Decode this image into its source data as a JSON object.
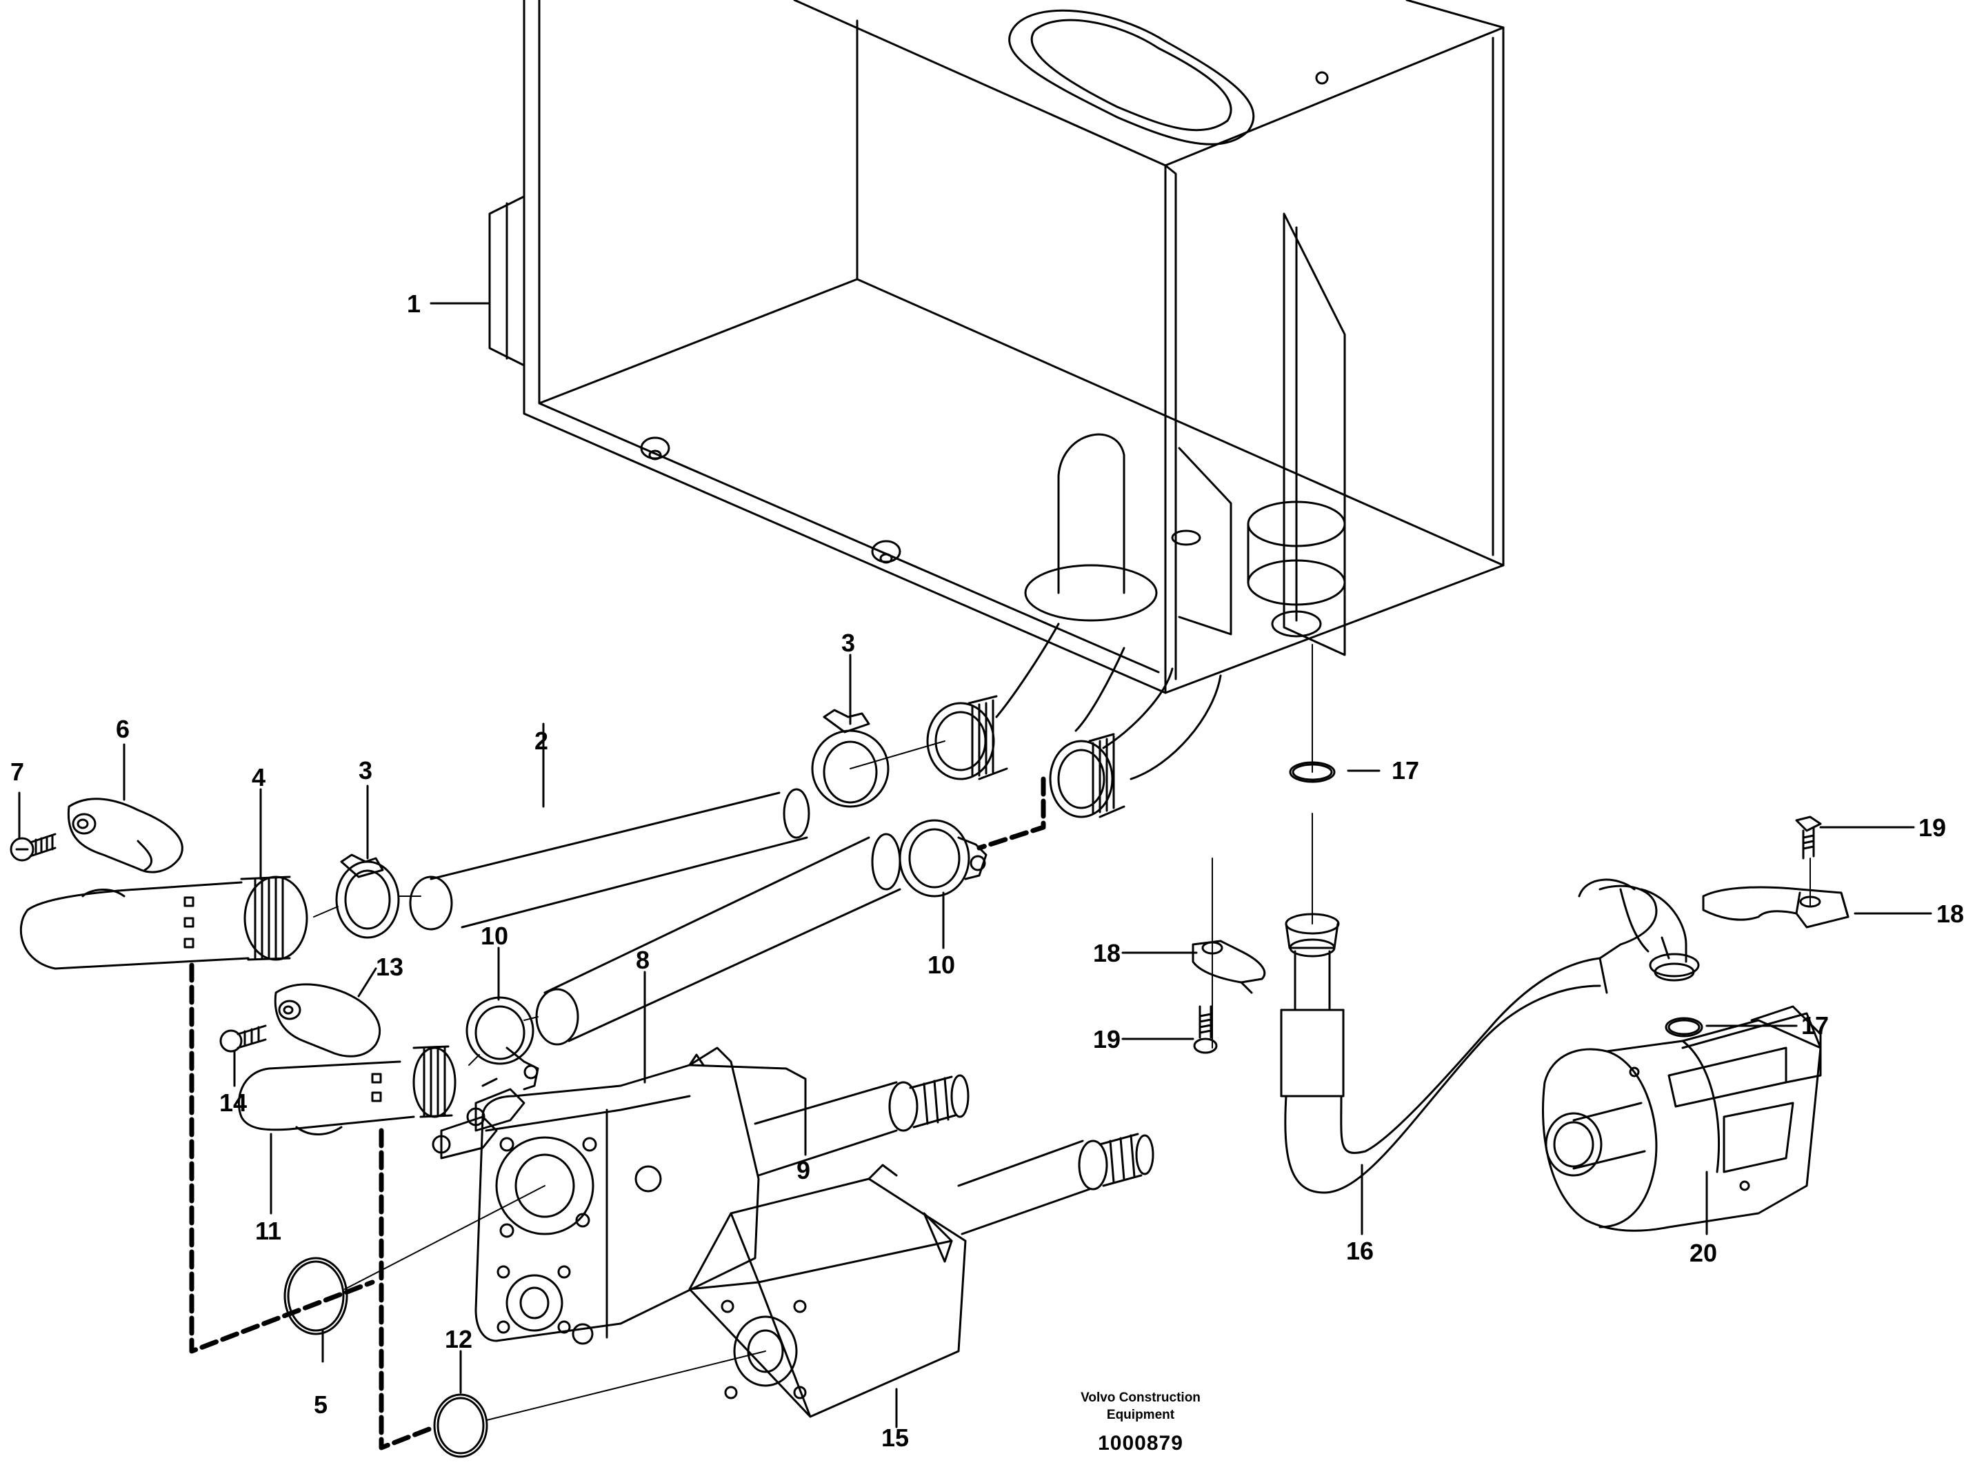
{
  "parts": [
    {
      "id": "label-1",
      "text": "1"
    },
    {
      "id": "label-2",
      "text": "2"
    },
    {
      "id": "label-3a",
      "text": "3"
    },
    {
      "id": "label-3b",
      "text": "3"
    },
    {
      "id": "label-4",
      "text": "4"
    },
    {
      "id": "label-5",
      "text": "5"
    },
    {
      "id": "label-6",
      "text": "6"
    },
    {
      "id": "label-7",
      "text": "7"
    },
    {
      "id": "label-8",
      "text": "8"
    },
    {
      "id": "label-9",
      "text": "9"
    },
    {
      "id": "label-10a",
      "text": "10"
    },
    {
      "id": "label-10b",
      "text": "10"
    },
    {
      "id": "label-11",
      "text": "11"
    },
    {
      "id": "label-12",
      "text": "12"
    },
    {
      "id": "label-13",
      "text": "13"
    },
    {
      "id": "label-14",
      "text": "14"
    },
    {
      "id": "label-15",
      "text": "15"
    },
    {
      "id": "label-16",
      "text": "16"
    },
    {
      "id": "label-17a",
      "text": "17"
    },
    {
      "id": "label-17b",
      "text": "17"
    },
    {
      "id": "label-18a",
      "text": "18"
    },
    {
      "id": "label-18b",
      "text": "18"
    },
    {
      "id": "label-19a",
      "text": "19"
    },
    {
      "id": "label-19b",
      "text": "19"
    },
    {
      "id": "label-20",
      "text": "20"
    }
  ],
  "caption": {
    "line1": "Volvo Construction",
    "line2": "Equipment",
    "number": "1000879"
  }
}
